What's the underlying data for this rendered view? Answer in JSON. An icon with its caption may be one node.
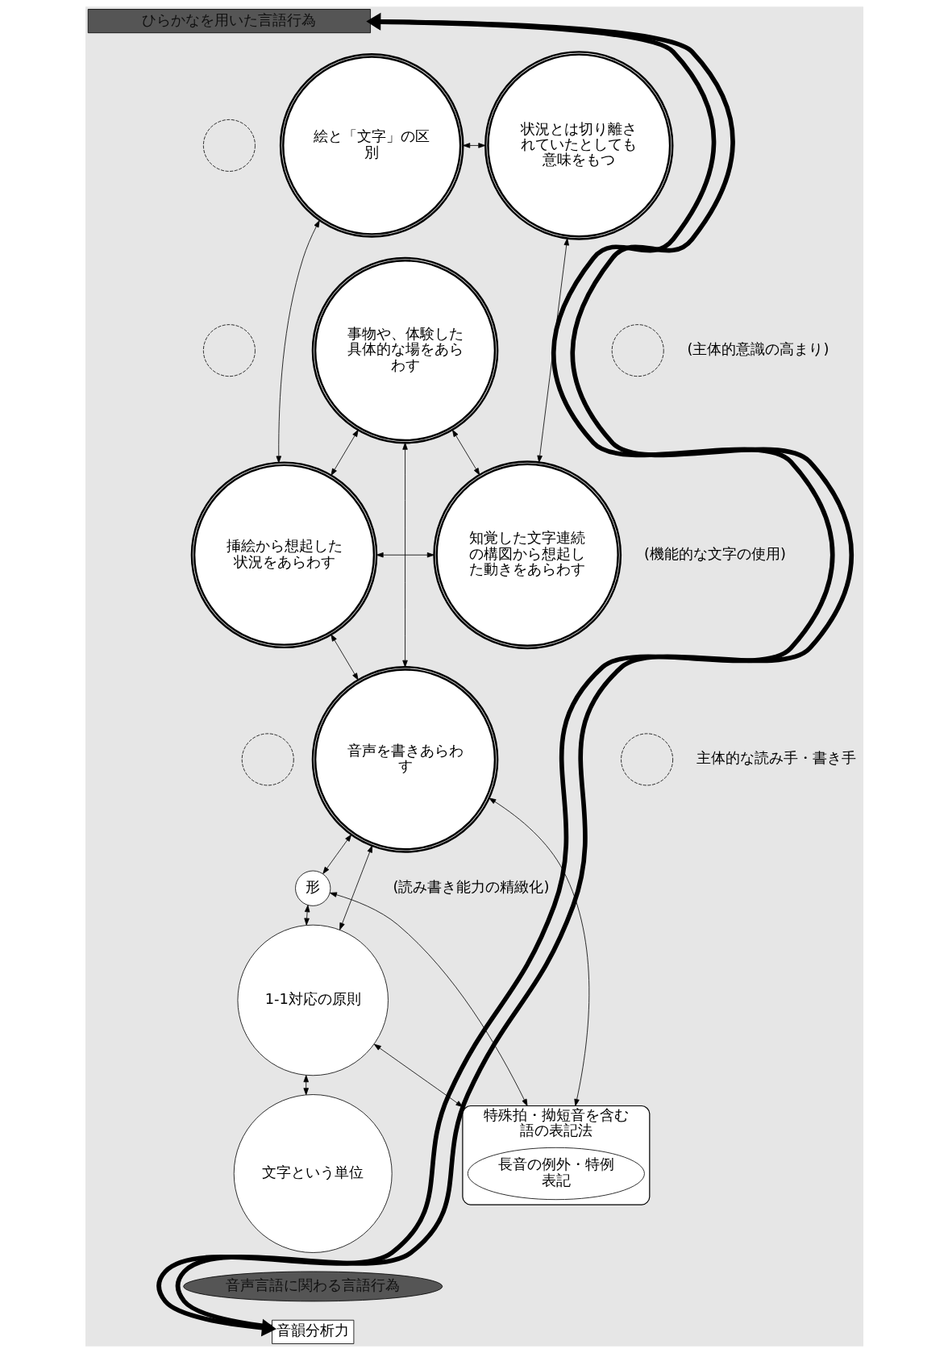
{
  "diagram": {
    "nodes": [
      {
        "text": [
          "ひらかなを用いた言語行為"
        ]
      },
      {
        "text": [],
        "shape": "circle"
      },
      {
        "text": [
          "絵と「文字」の区別"
        ]
      },
      {
        "text": [
          "状況とは切り離されていたとしても意味をもつ"
        ]
      },
      {
        "text": [
          "事物や、体験した具体的な場をあらわす"
        ]
      },
      {
        "text": [],
        "shape": "circle"
      },
      {
        "text": [],
        "shape": "circle"
      },
      {
        "text": [
          "挿絵から想起した状況をあらわす"
        ]
      },
      {
        "text": [
          "知覚した文字連続の構図から想起した動きをあらわす"
        ]
      },
      {
        "text": [
          "音声を書きあらわす"
        ]
      },
      {
        "text": [],
        "shape": "circle"
      },
      {
        "text": [],
        "shape": "circle"
      },
      {
        "text": [
          "形"
        ]
      },
      {
        "text": [
          "1-1対応の原則"
        ]
      },
      {
        "text": [
          "特殊拍・拗短音を含む語の表記法"
        ]
      },
      {
        "text": [
          "長音の例外・特例表記"
        ],
        "in": 14
      },
      {
        "text": [
          "文字という単位"
        ]
      },
      {
        "text": [
          "音声言語に関わる言語行為"
        ]
      },
      {
        "text": [
          "音韻分析力"
        ]
      }
    ],
    "edges": [
      {
        "from": 2,
        "to": 3,
        "arrow": "both"
      },
      {
        "from": 2,
        "to": 7,
        "arrow": "both"
      },
      {
        "from": 4,
        "to": 7,
        "arrow": "both"
      },
      {
        "from": 4,
        "to": 8,
        "arrow": "both"
      },
      {
        "from": 3,
        "to": 8,
        "arrow": "both"
      },
      {
        "from": 7,
        "to": 8,
        "arrow": "both"
      },
      {
        "from": 7,
        "to": 9,
        "arrow": "both"
      },
      {
        "from": 4,
        "to": 9,
        "arrow": "both"
      },
      {
        "from": 9,
        "to": 12,
        "arrow": "both"
      },
      {
        "from": 9,
        "to": 13,
        "arrow": "both"
      },
      {
        "from": 9,
        "to": 14,
        "arrow": "both"
      },
      {
        "from": 12,
        "to": 13,
        "arrow": "both"
      },
      {
        "from": 12,
        "to": 14,
        "arrow": "both"
      },
      {
        "from": 13,
        "to": 14,
        "arrow": "both"
      },
      {
        "from": 13,
        "to": 16,
        "arrow": "both"
      },
      {
        "from": 18,
        "to": 0,
        "arrow": "to",
        "style": "thick"
      },
      {
        "from": 0,
        "to": 18,
        "arrow": "to",
        "style": "thick"
      }
    ],
    "labels": [
      "(主体的意識の高まり)",
      "(機能的な文字の使用)",
      "主体的な読み手・書き手",
      "(読み書き能力の精緻化)"
    ]
  }
}
